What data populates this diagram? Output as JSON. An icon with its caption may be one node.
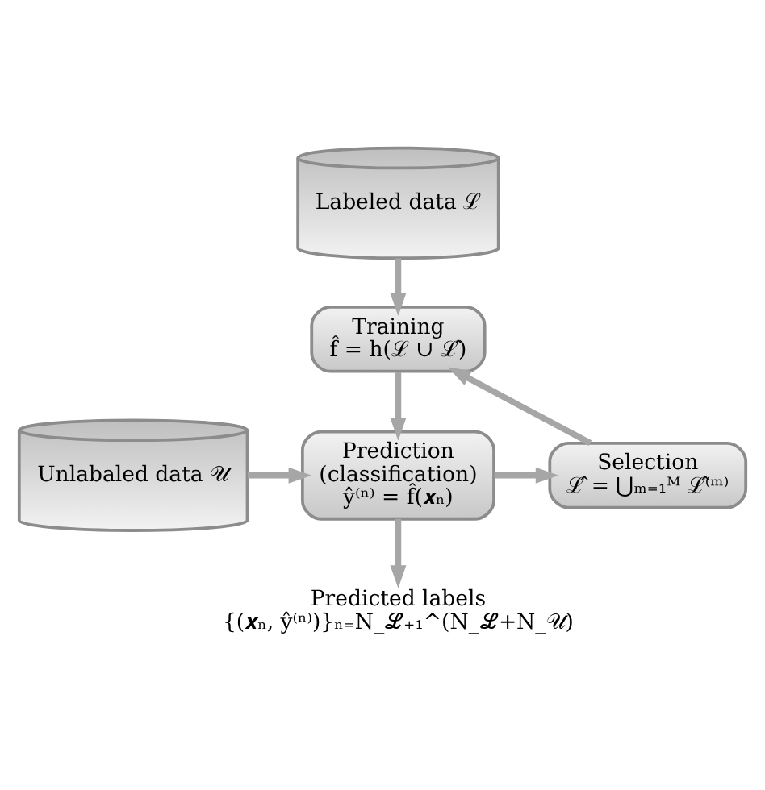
{
  "diagram": {
    "nodes": [
      {
        "text": [
          "Labeled data ℒ"
        ]
      },
      {
        "text": [
          "Training",
          "f̂ = h(ℒ ∪ ℒ̂)"
        ]
      },
      {
        "text": [
          "Unlabaled data 𝒰"
        ]
      },
      {
        "text": [
          "Prediction",
          "(classification)",
          "ŷ⁽ⁿ⁾ = f̂(𝒙ₙ)"
        ]
      },
      {
        "text": [
          "Selection",
          "ℒ̂ = ⋃ₘ₌₁ᴹ ℒ̂⁽ᵐ⁾"
        ]
      },
      {
        "text": [
          "Predicted labels",
          "{(𝒙ₙ, ŷ⁽ⁿ⁾)}ₙ₌N_ℒ₊₁^(N_ℒ+N_𝒰)"
        ]
      }
    ],
    "edges": [
      {
        "from": 0,
        "to": 1,
        "arrow": "to"
      },
      {
        "from": 1,
        "to": 3,
        "arrow": "to"
      },
      {
        "from": 2,
        "to": 3,
        "arrow": "to"
      },
      {
        "from": 3,
        "to": 5,
        "arrow": "to"
      },
      {
        "from": 3,
        "to": 4,
        "arrow": "to"
      },
      {
        "from": 4,
        "to": 1,
        "arrow": "to"
      }
    ]
  }
}
